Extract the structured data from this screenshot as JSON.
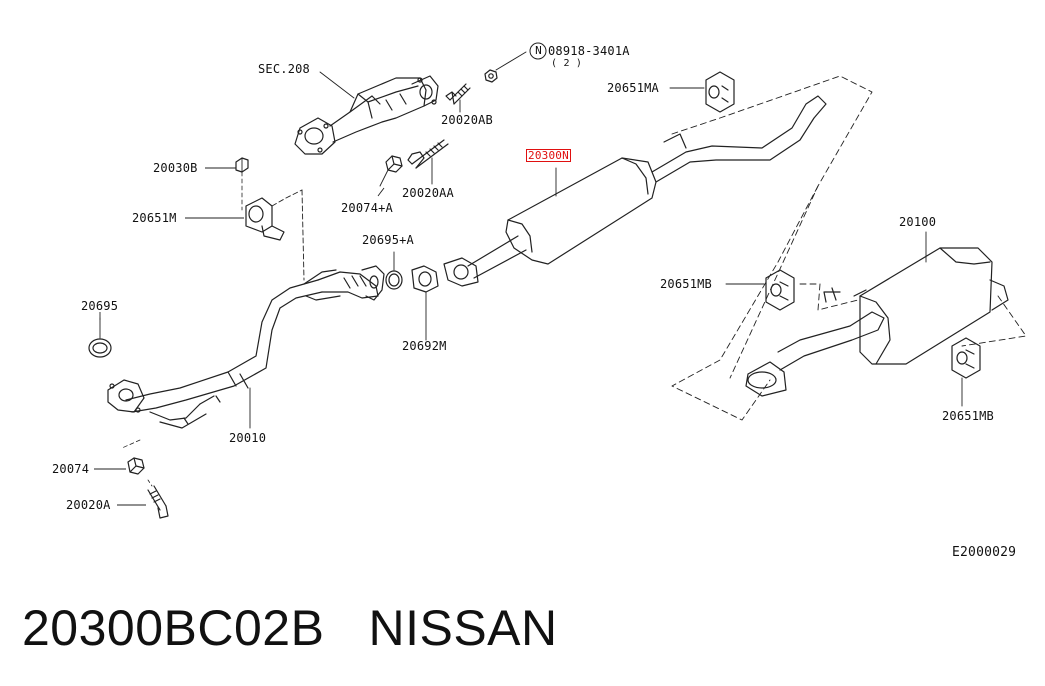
{
  "labels": {
    "sec208": "SEC.208",
    "nut_code": "08918-3401A",
    "nut_circle": "N",
    "nut_qty": "( 2 )",
    "p20651MA": "20651MA",
    "p20020AB": "20020AB",
    "p20300N": "20300N",
    "p20030B": "20030B",
    "p20651M": "20651M",
    "p20074A_top": "20074+A",
    "p20020AA": "20020AA",
    "p20695A": "20695+A",
    "p20695": "20695",
    "p20692M": "20692M",
    "p20100": "20100",
    "p20651MB_1": "20651MB",
    "p20651MB_2": "20651MB",
    "p20010": "20010",
    "p20074": "20074",
    "p20020A": "20020A",
    "diagram_code": "E2000029"
  },
  "highlight_color": "#e01010",
  "footer": {
    "part_number": "20300BC02B",
    "brand": "NISSAN"
  }
}
